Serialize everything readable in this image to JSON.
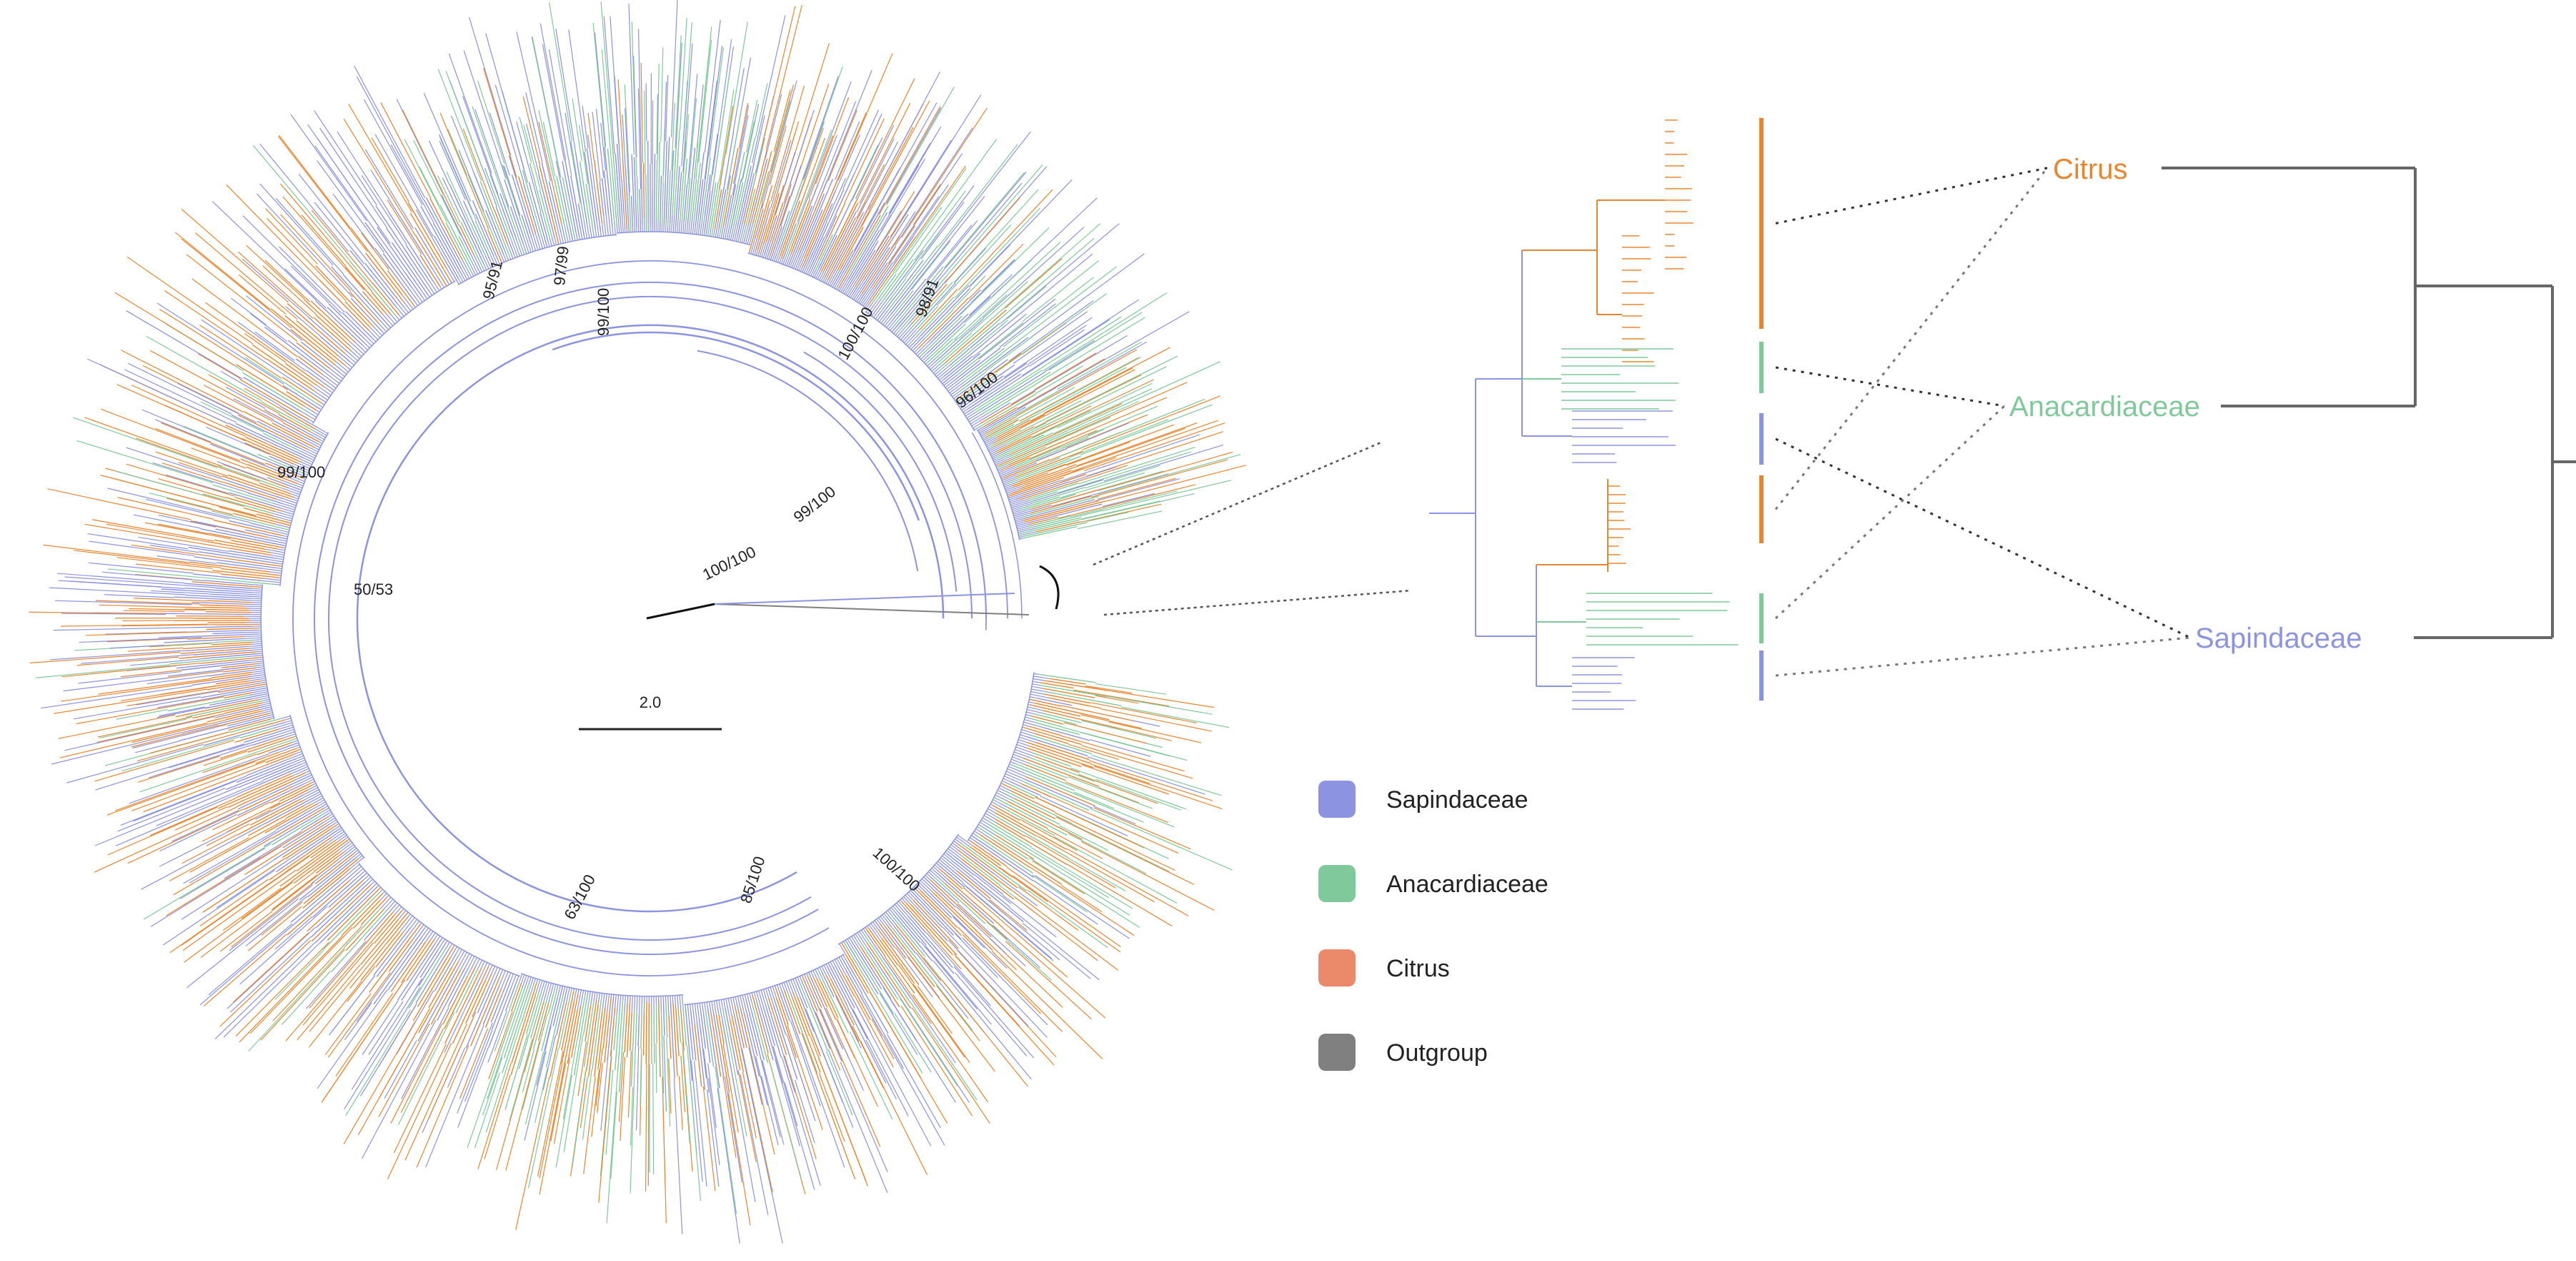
{
  "colors": {
    "sapindaceae": "#8c93e0",
    "anacardiaceae": "#7fc99a",
    "citrus": "#e8852e",
    "citrus_legend": "#ea8a6a",
    "outgroup": "#808080",
    "backbone": "#8c93e0",
    "species_tree": "#666666",
    "connector": "#555555"
  },
  "support_values": [
    "95/91",
    "97/99",
    "99/100",
    "100/100",
    "98/91",
    "96/100",
    "99/100",
    "100/100",
    "99/100",
    "50/53",
    "63/100",
    "85/100",
    "100/100"
  ],
  "scale_bar": {
    "label": "2.0"
  },
  "legend": {
    "items": [
      {
        "label": "Sapindaceae",
        "color": "#8c93e0"
      },
      {
        "label": "Anacardiaceae",
        "color": "#7fc99a"
      },
      {
        "label": "Citrus",
        "color": "#ea8a6a"
      },
      {
        "label": "Outgroup",
        "color": "#808080"
      }
    ]
  },
  "species_tree": {
    "taxa": [
      {
        "label": "Citrus",
        "color": "#e8852e"
      },
      {
        "label": "Anacardiaceae",
        "color": "#7fc99a"
      },
      {
        "label": "Sapindaceae",
        "color": "#8c93e0"
      }
    ]
  },
  "inset_clades": [
    "citrus",
    "anacardiaceae",
    "sapindaceae",
    "citrus",
    "anacardiaceae",
    "sapindaceae"
  ]
}
